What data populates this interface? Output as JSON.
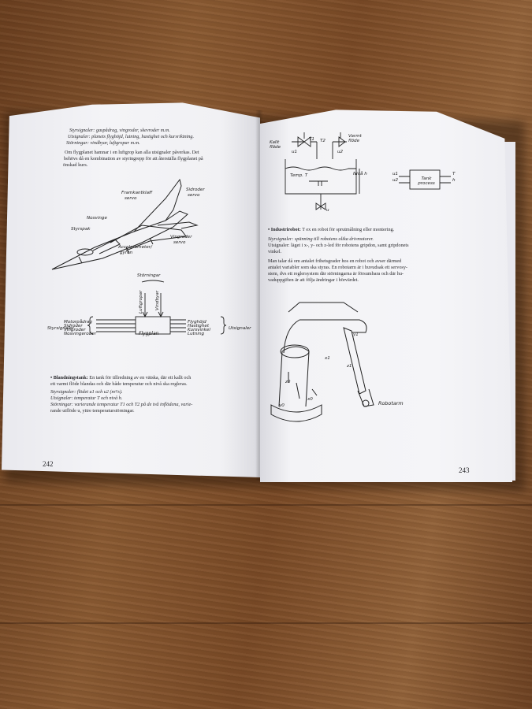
{
  "left_page": {
    "page_number": "242",
    "intro_lines": [
      "Styrsignaler: gaspådrag, vingroder, skevroder m.m.",
      "Utsignaler: planets flyghöjd, lutning, hastighet och kursriktning.",
      "Störningar: vindbyar, luftgropar m.m."
    ],
    "para1": [
      "Om flygplanet hamnar i en luftgrop kan alla utsignaler påverkas. Det",
      "behövs då en kombination av styringrepp för att återställa flygplanet på",
      "önskad kurs."
    ],
    "jet_labels": {
      "framkantklaff": "Framkantklaff",
      "servo1": "servo",
      "sidroder": "Sidroder",
      "servo2": "servo",
      "nosvinge": "Nosvinge",
      "styrspak": "Styrspak",
      "vingroder": "Vingroder",
      "servo3": "servo",
      "accelerometer": "Accelerometer/",
      "gyron": "gyron"
    },
    "block": {
      "title": "Störningar",
      "luftgropar": "Luftgropar",
      "vindbyar": "Vindbyar",
      "box": "Flygplan",
      "inputs": [
        "Motorpådrag",
        "Sidroder",
        "Vingroder",
        "Nosvingeroder"
      ],
      "outputs": [
        "Flyghöjd",
        "Hastighet",
        "Kursvinkel",
        "Lutning"
      ],
      "in_group": "Styrsignaler",
      "out_group": "Utsignaler"
    },
    "tank_section": {
      "heading": "• Blandningstank:",
      "lines": [
        "En tank för tillredning av en vätska, där ett kallt och",
        "ett varmt flöde blandas och där både temperatur och nivå ska regleras."
      ],
      "styr": "Styrsignaler: flödet u1 och u2 (m³/s).",
      "ut": "Utsignaler: temperatur T och nivå h.",
      "stor1": "Störningar: varierande temperatur T1 och T2 på de två inflödena, varie-",
      "stor2": "rande utflöde u, yttre temperaturstörningar."
    }
  },
  "right_page": {
    "page_number": "243",
    "tank_labels": {
      "kallt": "Kallt",
      "flode1": "flöde",
      "varmt": "Varmt",
      "flode2": "flöde",
      "t1": "T1",
      "t2": "T2",
      "u1": "u1",
      "u2": "u2",
      "temp": "Temp. T",
      "niva": "Nivå h",
      "u": "u"
    },
    "process_block": {
      "box": "Tank process",
      "in1": "u1",
      "in2": "u2",
      "out1": "T",
      "out2": "h"
    },
    "robot_section": {
      "heading": "• Industrirobot:",
      "heading_rest": "T ex en robot för sprutmålning eller montering.",
      "styr": "Styrsignaler: spänning till robotens olika drivmotorer.",
      "ut1": "Utsignaler: läget i x-, y- och z-led för robotens gripdon, samt gripdonets",
      "ut2": "vinkel.",
      "para": [
        "Man talar då om antalet frihetsgrader hos en robot och avser därmed",
        "antalet variabler som ska styras. En robotarm är i huvudsak ett servosy-",
        "stem, dvs ett reglersystem där störningarna är försumbara och där hu-",
        "vaduppgiften är att följa ändringar i börvärdet."
      ]
    },
    "robot_labels": {
      "y1": "y1",
      "x1": "x1",
      "z1": "z1",
      "z0": "z0",
      "x0": "x0",
      "y0": "y0",
      "robotarm": "Robotarm"
    }
  }
}
